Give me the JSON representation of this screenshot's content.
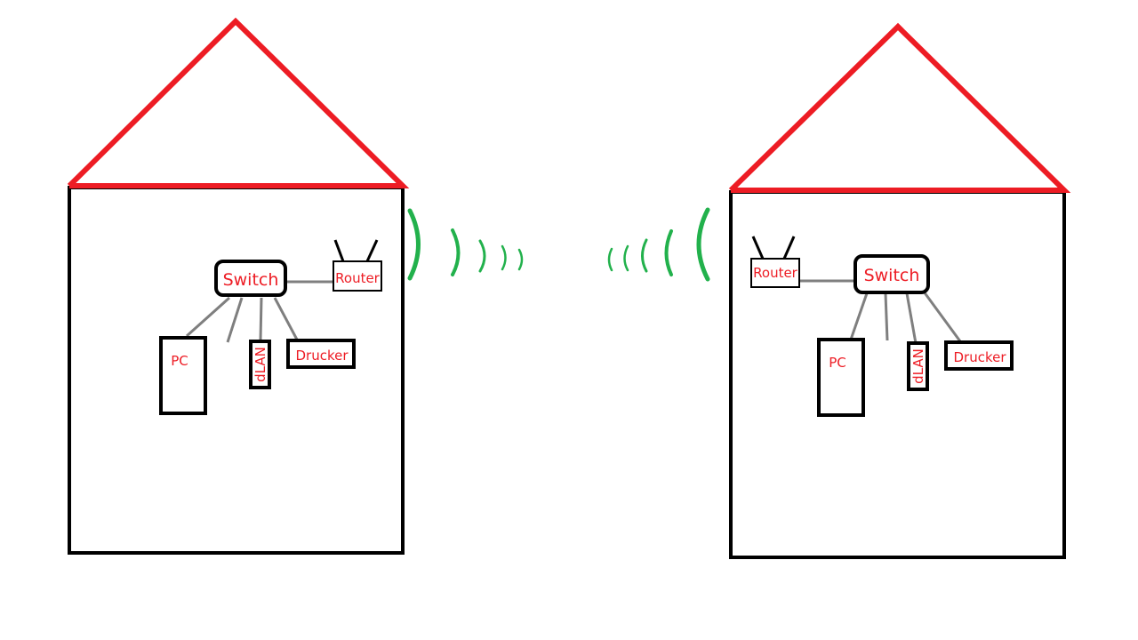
{
  "colors": {
    "roof": "#ed1c24",
    "wall": "#000000",
    "label": "#ed1c24",
    "cable": "#7f7f7f",
    "wifi": "#22b14c",
    "background": "#ffffff"
  },
  "houses": [
    {
      "switch_label": "Switch",
      "router_label": "Router",
      "pc_label": "PC",
      "dlan_label": "dLAN",
      "printer_label": "Drucker"
    },
    {
      "switch_label": "Switch",
      "router_label": "Router",
      "pc_label": "PC",
      "dlan_label": "dLAN",
      "printer_label": "Drucker"
    }
  ],
  "wifi_icons": [
    "wifi-waves-left-house",
    "wifi-waves-right-house"
  ]
}
